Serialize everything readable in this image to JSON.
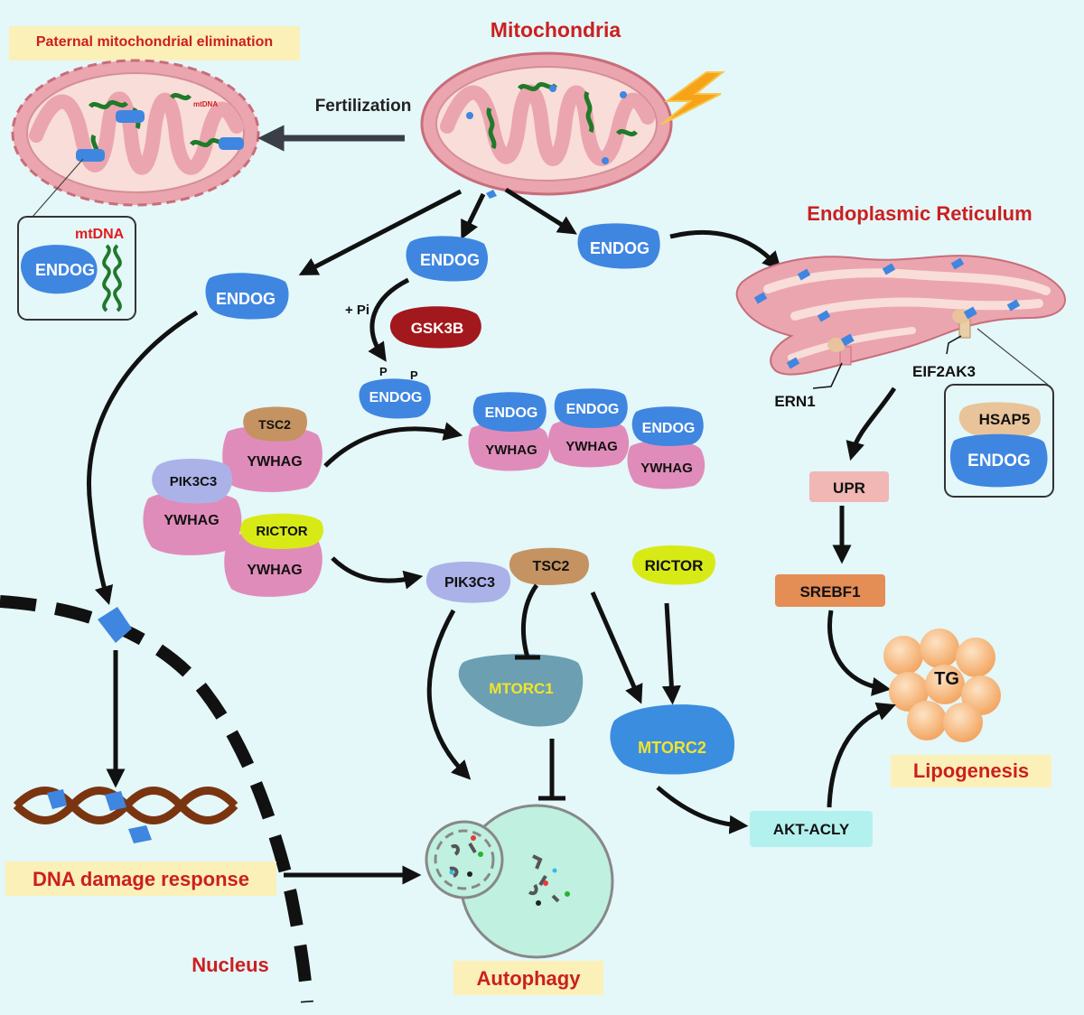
{
  "titles": {
    "mitochondria": "Mitochondria",
    "paternal": "Paternal mitochondrial elimination",
    "er": "Endoplasmic Reticulum",
    "fertilization": "Fertilization",
    "dna_damage": "DNA damage response",
    "nucleus": "Nucleus",
    "autophagy": "Autophagy",
    "lipogenesis": "Lipogenesis"
  },
  "labels": {
    "endog": "ENDOG",
    "mtdna": "mtDNA",
    "mtdna_small": "mtDNA",
    "pi": "+ Pi",
    "p": "P",
    "gsk3b": "GSK3B",
    "tsc2": "TSC2",
    "ywhag": "YWHAG",
    "pik3c3": "PIK3C3",
    "rictor": "RICTOR",
    "mtorc1": "MTORC1",
    "mtorc2": "MTORC2",
    "ern1": "ERN1",
    "eif2ak3": "EIF2AK3",
    "hsap5": "HSAP5",
    "upr": "UPR",
    "srebf1": "SREBF1",
    "tg": "TG",
    "akt_acly": "AKT-ACLY"
  },
  "colors": {
    "background": "#e4f7f9",
    "title_red": "#cc1f1f",
    "label_box": "#fbf0b8",
    "endog_blue": "#3f86e0",
    "ywhag_pink": "#e08cba",
    "mito_pink": "#eba5ae",
    "gsk3b_red": "#a3181c",
    "tsc2_brown": "#c49361",
    "pik3c3_lavender": "#aab2e8",
    "rictor_yellow": "#d8ea16",
    "mtorc1_grey": "#6c9fb2",
    "mtorc2_blue": "#3b8de0",
    "upr_pink": "#f0b7b4",
    "srebf1_orange": "#e48d55",
    "akt_cyan": "#b3f1ee",
    "tg_orange": "#f6bb7c",
    "autophagy_green": "#bff0e0",
    "dna_brown": "#7a3510"
  }
}
